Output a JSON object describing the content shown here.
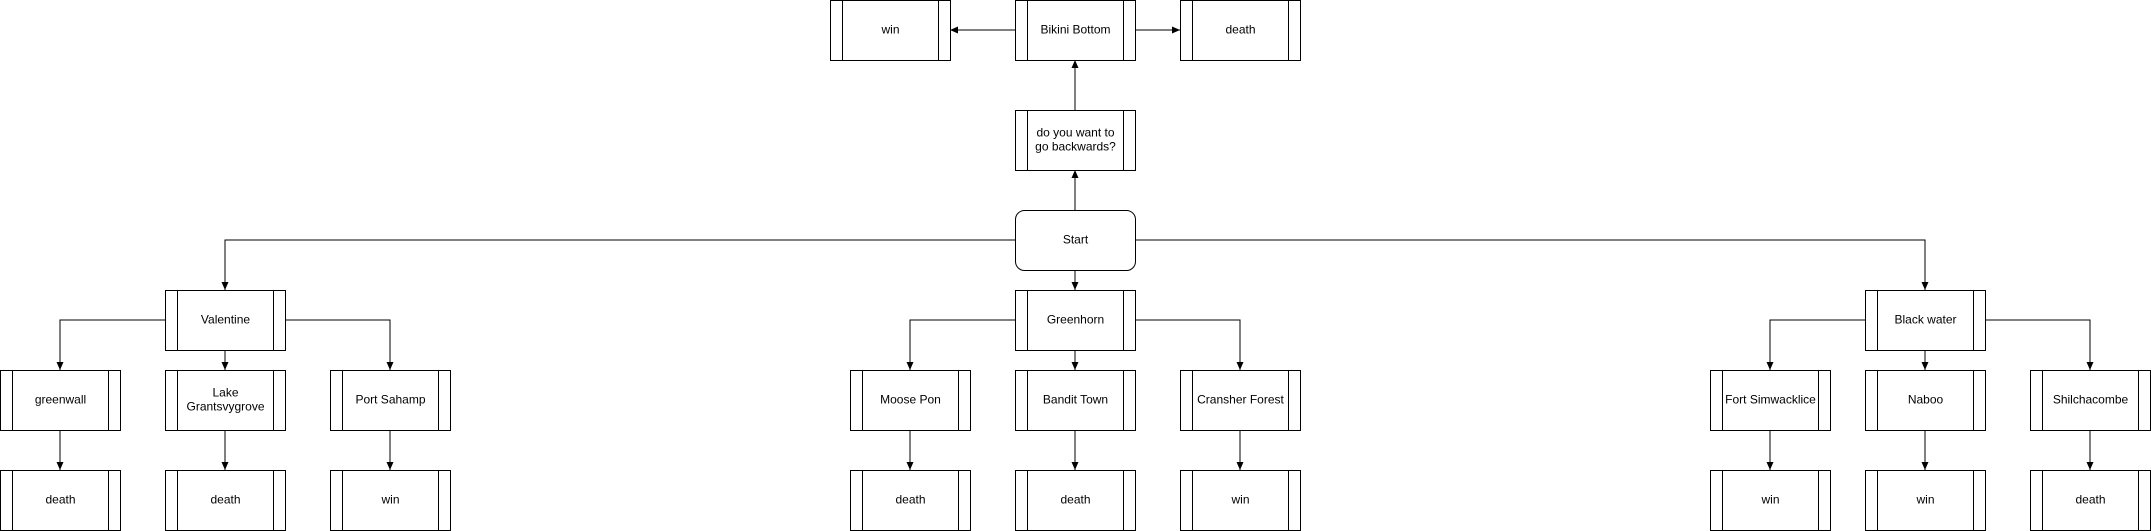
{
  "diagram": {
    "nodes": [
      {
        "id": "bikini-bottom",
        "label": "Bikini Bottom",
        "shape": "process"
      },
      {
        "id": "bb-win",
        "label": "win",
        "shape": "process"
      },
      {
        "id": "bb-death",
        "label": "death",
        "shape": "process"
      },
      {
        "id": "backwards",
        "label": "do you want to go backwards?",
        "label_lines": [
          "do you want to",
          "go backwards?"
        ],
        "shape": "process"
      },
      {
        "id": "start",
        "label": "Start",
        "shape": "rounded"
      },
      {
        "id": "valentine",
        "label": "Valentine",
        "shape": "process"
      },
      {
        "id": "greenhorn",
        "label": "Greenhorn",
        "shape": "process"
      },
      {
        "id": "black-water",
        "label": "Black water",
        "shape": "process"
      },
      {
        "id": "greenwall",
        "label": "greenwall",
        "shape": "process"
      },
      {
        "id": "lake",
        "label": "Lake Grantsvygrove",
        "label_lines": [
          "Lake",
          "Grantsvygrove"
        ],
        "shape": "process"
      },
      {
        "id": "port-sahamp",
        "label": "Port Sahamp",
        "shape": "process"
      },
      {
        "id": "moose-pon",
        "label": "Moose Pon",
        "shape": "process"
      },
      {
        "id": "bandit-town",
        "label": "Bandit Town",
        "shape": "process"
      },
      {
        "id": "cransher-forest",
        "label": "Cransher Forest",
        "shape": "process"
      },
      {
        "id": "fort-simwacklice",
        "label": "Fort Simwacklice",
        "shape": "process"
      },
      {
        "id": "naboo",
        "label": "Naboo",
        "shape": "process"
      },
      {
        "id": "shilchacombe",
        "label": "Shilchacombe",
        "shape": "process"
      },
      {
        "id": "greenwall-out",
        "label": "death",
        "shape": "process"
      },
      {
        "id": "lake-out",
        "label": "death",
        "shape": "process"
      },
      {
        "id": "port-sahamp-out",
        "label": "win",
        "shape": "process"
      },
      {
        "id": "moose-pon-out",
        "label": "death",
        "shape": "process"
      },
      {
        "id": "bandit-town-out",
        "label": "death",
        "shape": "process"
      },
      {
        "id": "cransher-forest-out",
        "label": "win",
        "shape": "process"
      },
      {
        "id": "fort-simwacklice-out",
        "label": "win",
        "shape": "process"
      },
      {
        "id": "naboo-out",
        "label": "win",
        "shape": "process"
      },
      {
        "id": "shilchacombe-out",
        "label": "death",
        "shape": "process"
      }
    ],
    "edges": [
      {
        "from": "start",
        "to": "backwards"
      },
      {
        "from": "backwards",
        "to": "bikini-bottom"
      },
      {
        "from": "bikini-bottom",
        "to": "bb-win"
      },
      {
        "from": "bikini-bottom",
        "to": "bb-death"
      },
      {
        "from": "start",
        "to": "valentine"
      },
      {
        "from": "start",
        "to": "greenhorn"
      },
      {
        "from": "start",
        "to": "black-water"
      },
      {
        "from": "valentine",
        "to": "greenwall"
      },
      {
        "from": "valentine",
        "to": "lake"
      },
      {
        "from": "valentine",
        "to": "port-sahamp"
      },
      {
        "from": "greenhorn",
        "to": "moose-pon"
      },
      {
        "from": "greenhorn",
        "to": "bandit-town"
      },
      {
        "from": "greenhorn",
        "to": "cransher-forest"
      },
      {
        "from": "black-water",
        "to": "fort-simwacklice"
      },
      {
        "from": "black-water",
        "to": "naboo"
      },
      {
        "from": "black-water",
        "to": "shilchacombe"
      },
      {
        "from": "greenwall",
        "to": "greenwall-out"
      },
      {
        "from": "lake",
        "to": "lake-out"
      },
      {
        "from": "port-sahamp",
        "to": "port-sahamp-out"
      },
      {
        "from": "moose-pon",
        "to": "moose-pon-out"
      },
      {
        "from": "bandit-town",
        "to": "bandit-town-out"
      },
      {
        "from": "cransher-forest",
        "to": "cransher-forest-out"
      },
      {
        "from": "fort-simwacklice",
        "to": "fort-simwacklice-out"
      },
      {
        "from": "naboo",
        "to": "naboo-out"
      },
      {
        "from": "shilchacombe",
        "to": "shilchacombe-out"
      }
    ]
  }
}
